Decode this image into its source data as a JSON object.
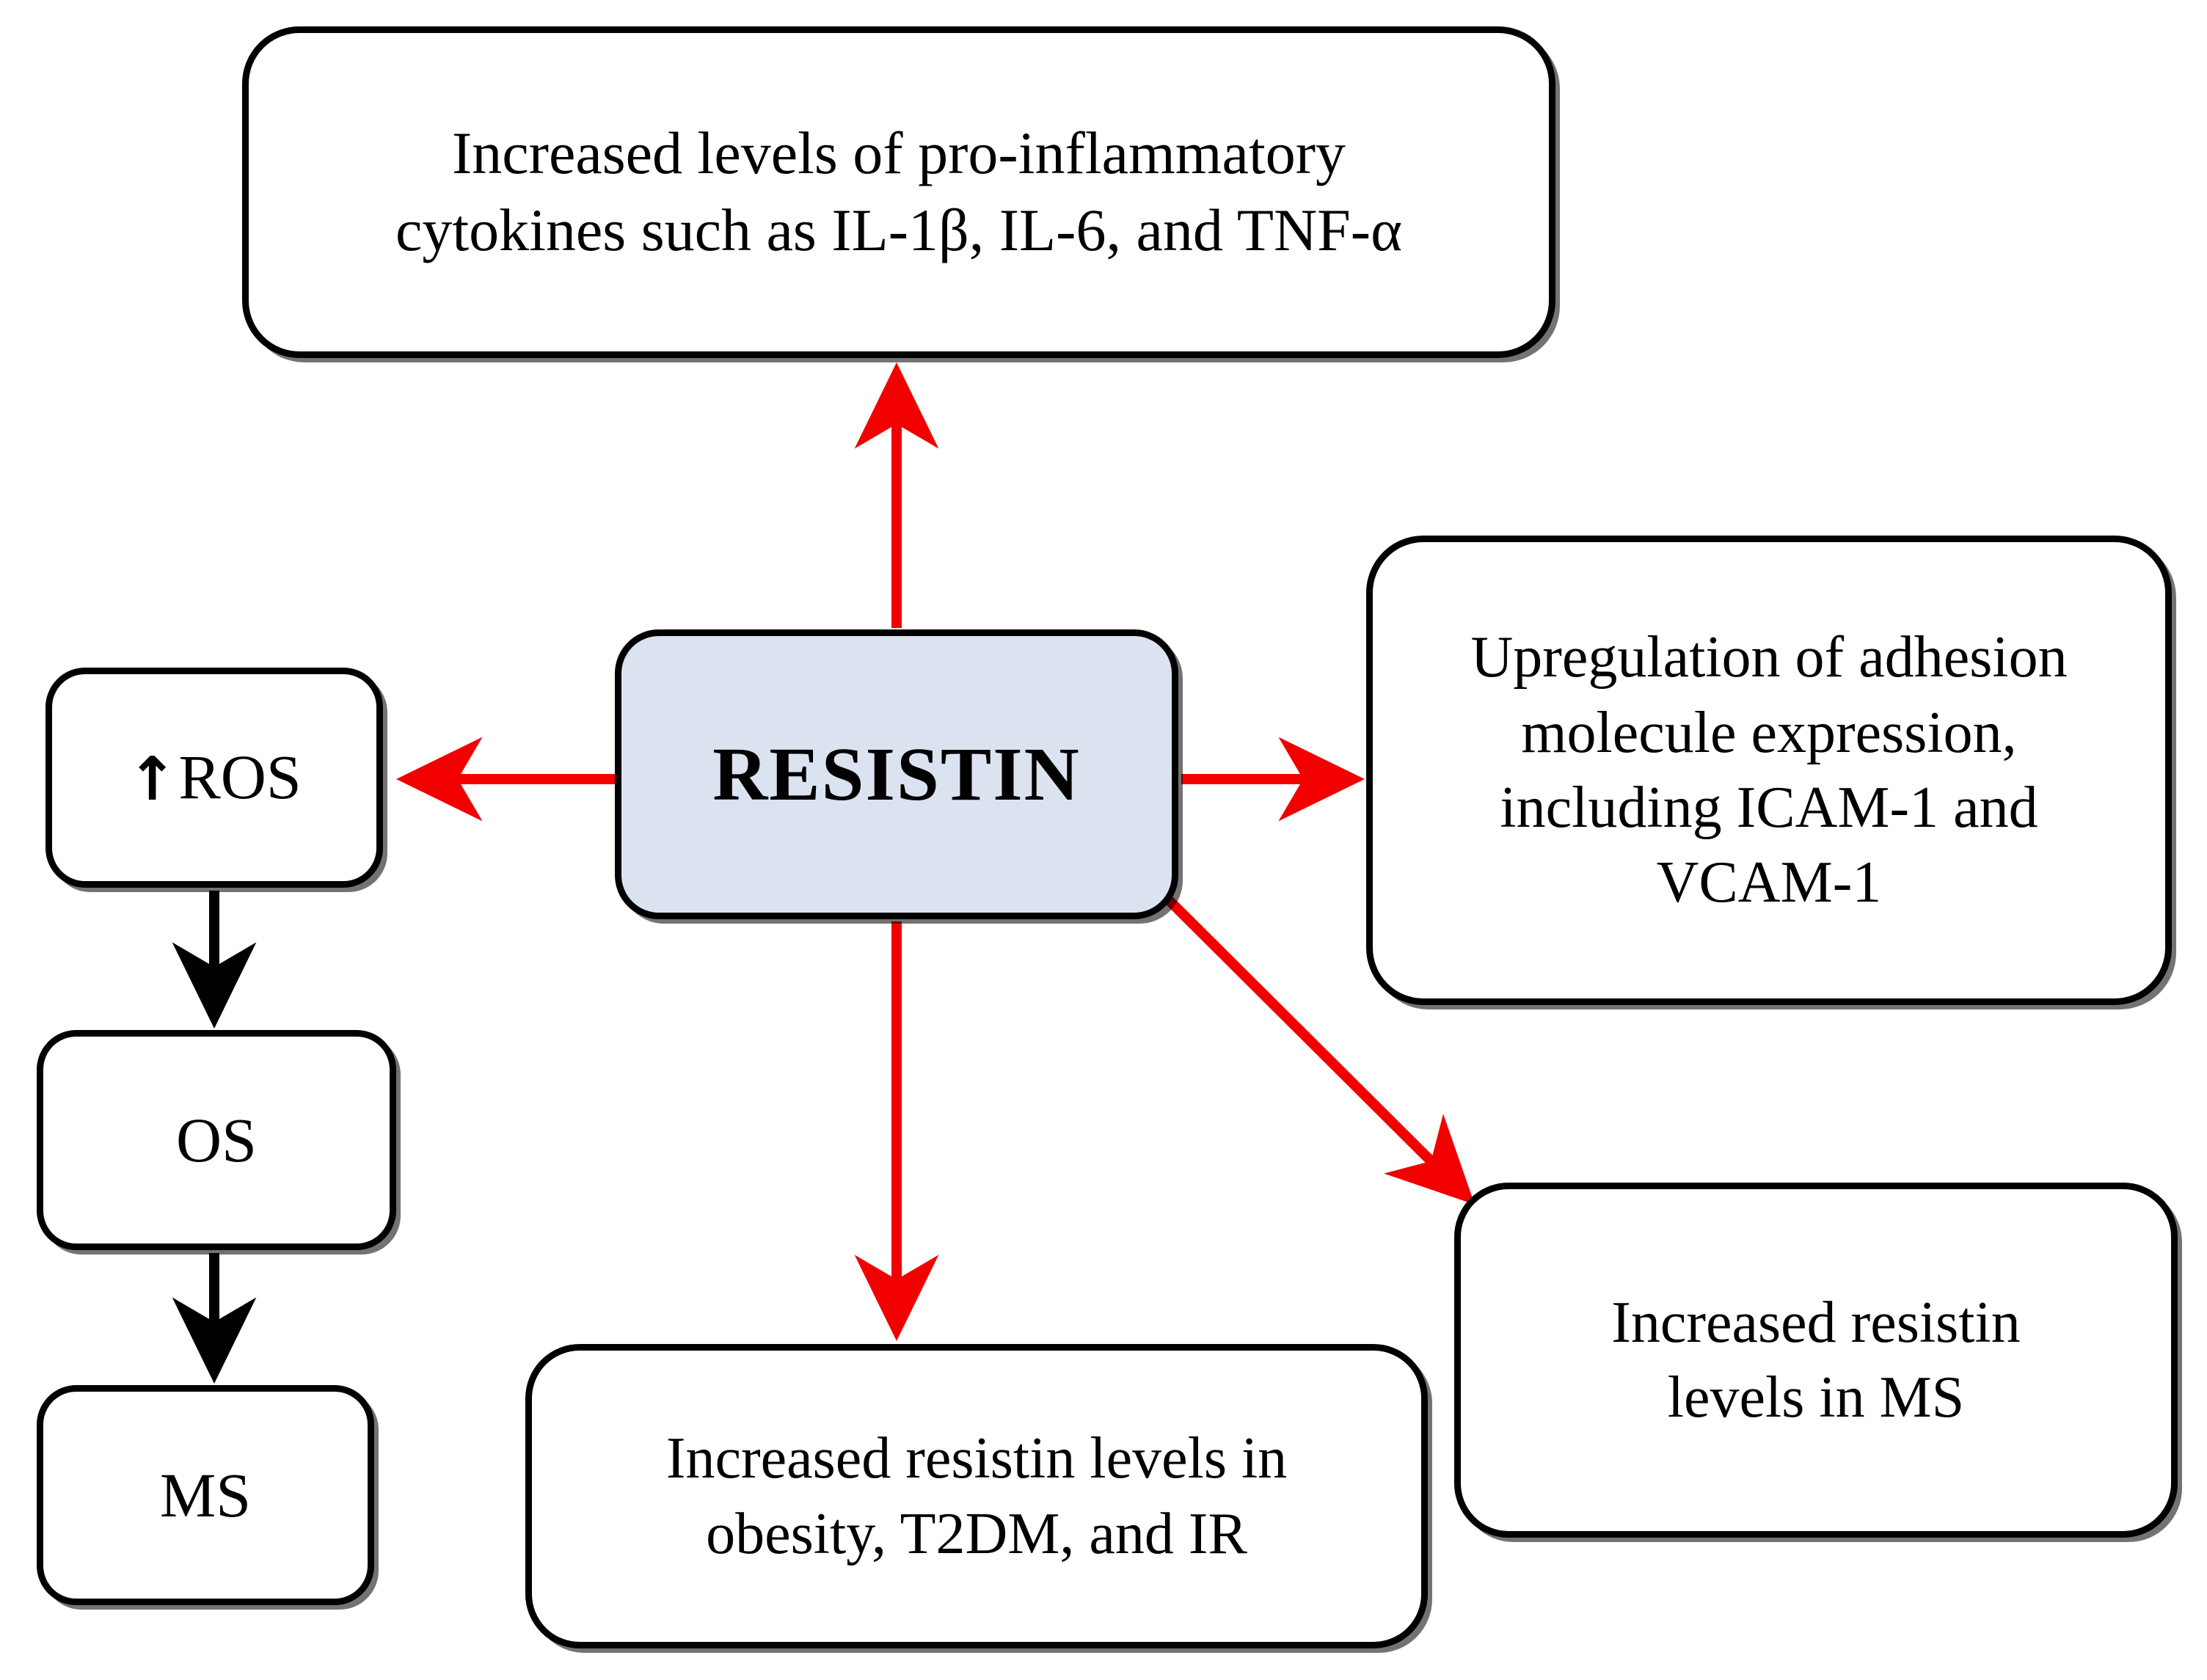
{
  "diagram": {
    "title": "Resistin signalling and metabolic syndrome pathway diagram",
    "colors": {
      "arrow_red": "#f20000",
      "arrow_black": "#000000",
      "node_border": "#000000",
      "node_fill": "#ffffff",
      "resistin_fill": "#dbe3f0",
      "background": "#ffffff"
    },
    "nodes": {
      "cytokines": {
        "label": "Increased levels of pro-inflammatory\ncytokines such as IL-1β, IL-6, and TNF-α"
      },
      "resistin": {
        "label": "RESISTIN"
      },
      "adhesion": {
        "label": "Upregulation of adhesion\nmolecule expression,\nincluding ICAM-1 and\nVCAM-1"
      },
      "ros": {
        "arrow_glyph": "↑",
        "label": "ROS"
      },
      "os": {
        "label": "OS"
      },
      "ms": {
        "label": "MS"
      },
      "obesity": {
        "label": "Increased resistin levels in\nobesity, T2DM, and IR"
      },
      "resistin_ms": {
        "label": "Increased resistin\nlevels in MS"
      }
    },
    "edges": [
      {
        "id": "resistin-to-cytokines",
        "from": "resistin",
        "to": "cytokines",
        "color": "#f20000",
        "direction": "up"
      },
      {
        "id": "resistin-to-ros",
        "from": "resistin",
        "to": "ros",
        "color": "#f20000",
        "direction": "left"
      },
      {
        "id": "resistin-to-adhesion",
        "from": "resistin",
        "to": "adhesion",
        "color": "#f20000",
        "direction": "right"
      },
      {
        "id": "resistin-to-obesity",
        "from": "resistin",
        "to": "obesity",
        "color": "#f20000",
        "direction": "down"
      },
      {
        "id": "resistin-to-resistin-ms",
        "from": "resistin",
        "to": "resistin_ms",
        "color": "#f20000",
        "direction": "diagonal-down-right"
      },
      {
        "id": "ros-to-os",
        "from": "ros",
        "to": "os",
        "color": "#000000",
        "direction": "down"
      },
      {
        "id": "os-to-ms",
        "from": "os",
        "to": "ms",
        "color": "#000000",
        "direction": "down"
      }
    ]
  }
}
